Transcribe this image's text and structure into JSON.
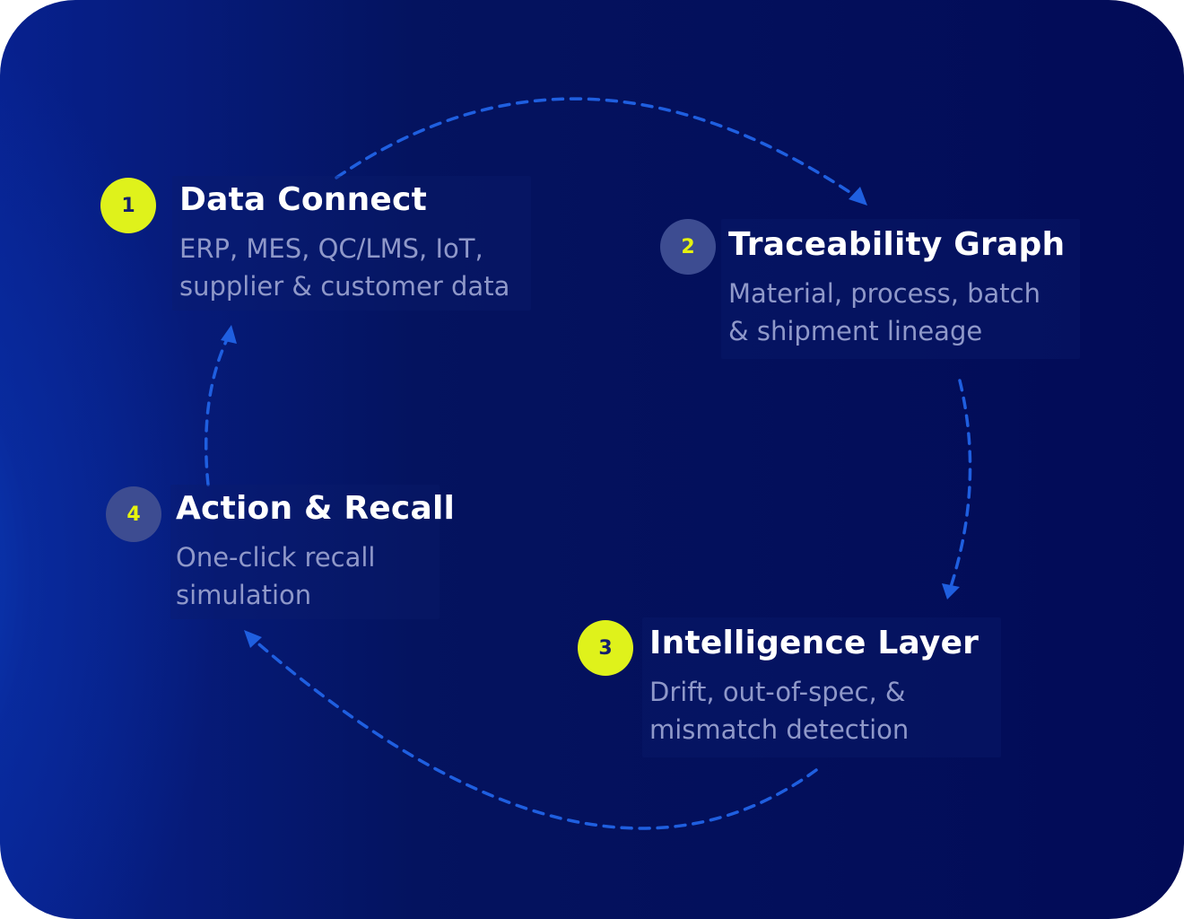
{
  "steps": [
    {
      "number": "1",
      "title": "Data Connect",
      "lines": [
        "ERP, MES, QC/LMS, IoT,",
        "supplier & customer data"
      ],
      "badge_color": "#dff21b",
      "number_color": "#14206e"
    },
    {
      "number": "2",
      "title": "Traceability Graph",
      "lines": [
        "Material, process, batch",
        "& shipment lineage"
      ],
      "badge_color": "#3d4c91",
      "number_color": "#e6f20f"
    },
    {
      "number": "3",
      "title": "Intelligence Layer",
      "lines": [
        "Drift, out-of-spec, &",
        "mismatch detection"
      ],
      "badge_color": "#dff21b",
      "number_color": "#14206e"
    },
    {
      "number": "4",
      "title": "Action & Recall",
      "lines": [
        "One-click recall",
        "simulation"
      ],
      "badge_color": "#3d4c91",
      "number_color": "#e6f20f"
    }
  ],
  "colors": {
    "background": "#020b57",
    "connector": "#1f5fe0",
    "description": "#8f98c9"
  }
}
